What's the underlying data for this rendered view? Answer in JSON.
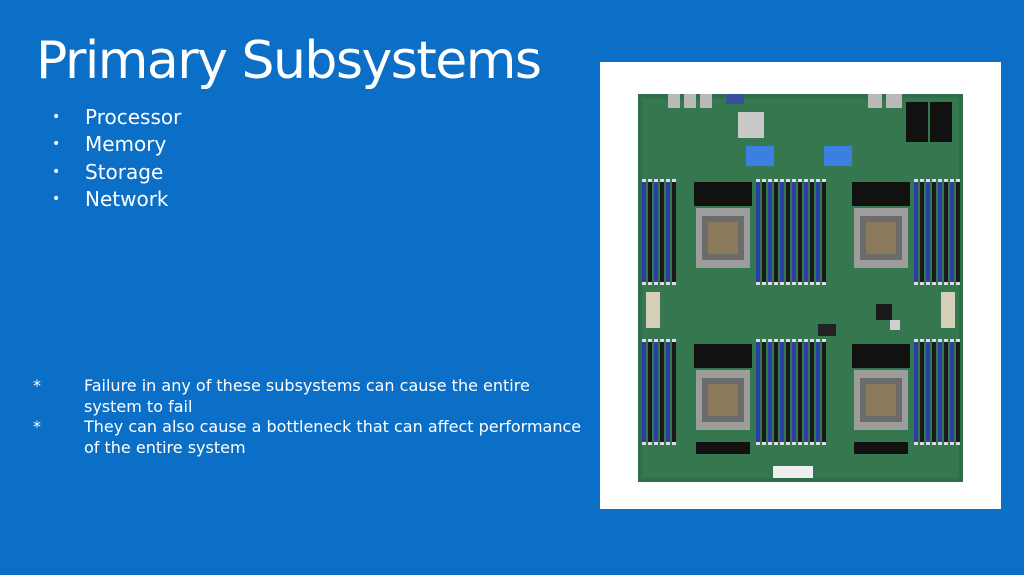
{
  "slide": {
    "title": "Primary Subsystems",
    "bullets": [
      {
        "marker": "•",
        "text": "Processor"
      },
      {
        "marker": "•",
        "text": "Memory"
      },
      {
        "marker": "•",
        "text": "Storage"
      },
      {
        "marker": "•",
        "text": "Network"
      }
    ],
    "notes": [
      {
        "marker": "*",
        "text": "Failure in any of these subsystems can cause the entire system to fail"
      },
      {
        "marker": "*",
        "text": "They can also cause a bottleneck that can affect performance of the entire system"
      }
    ]
  },
  "image": {
    "subject": "server-motherboard-photo"
  },
  "colors": {
    "background": "#0b6fc7",
    "text": "#ffffff",
    "board_green": "#2f6e4a",
    "dimm_blue": "#2b3fa8",
    "dimm_black": "#1a1a1a",
    "clip_blue": "#3d7fe0"
  }
}
